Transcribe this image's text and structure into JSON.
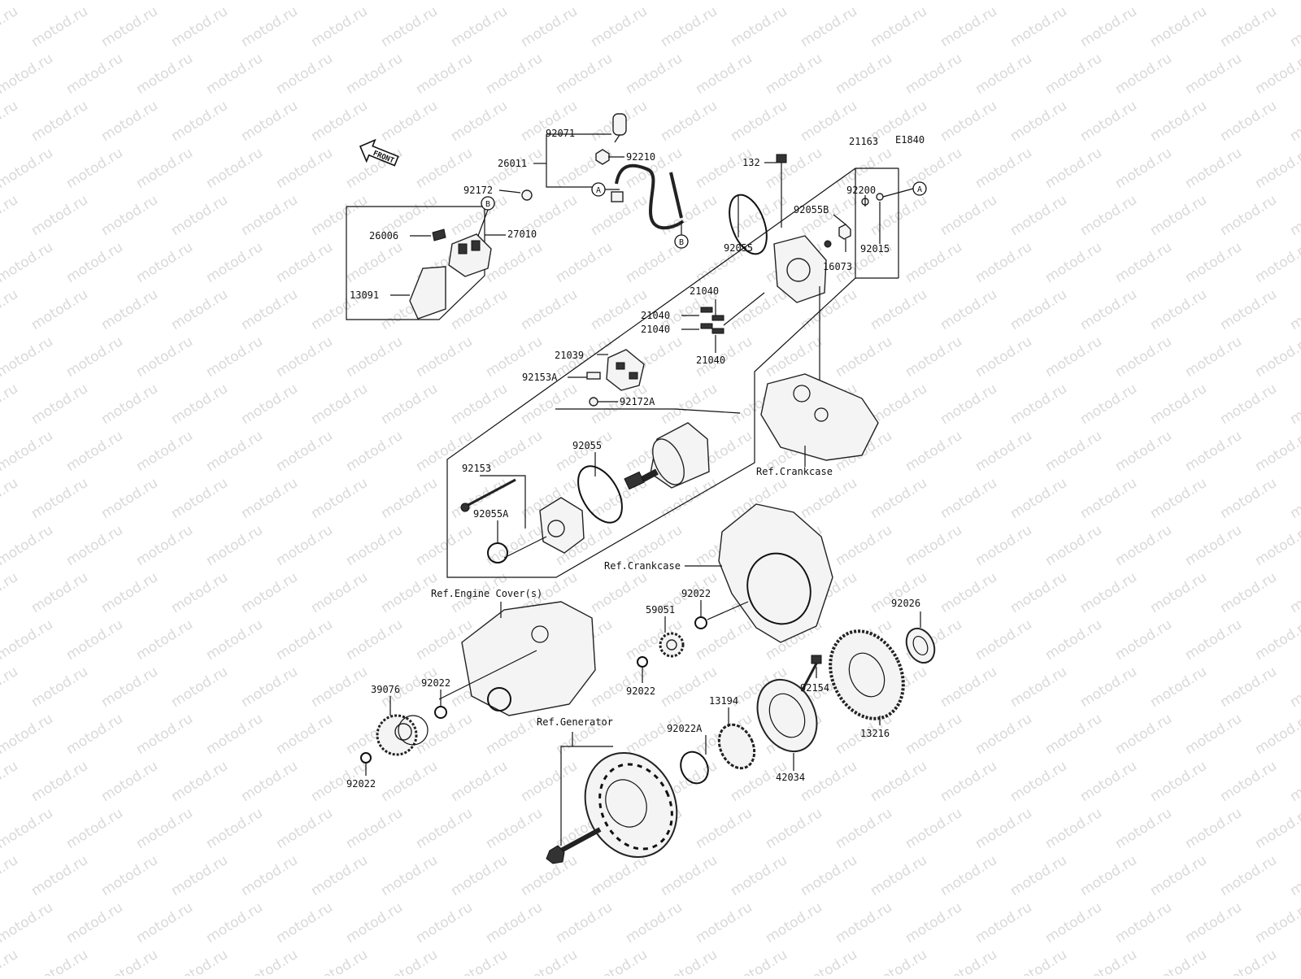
{
  "diagram_code": "E1840",
  "front_label": "FRONT",
  "watermark": "motod.ru",
  "callouts": {
    "A": "A",
    "B": "B"
  },
  "refs": {
    "crankcase_top": "Ref.Crankcase",
    "crankcase_mid": "Ref.Crankcase",
    "engine_cover": "Ref.Engine Cover(s)",
    "generator": "Ref.Generator"
  },
  "parts": {
    "p92071": "92071",
    "p92210": "92210",
    "p26011": "26011",
    "p92172": "92172",
    "p26006": "26006",
    "p27010": "27010",
    "p13091": "13091",
    "p132": "132",
    "p21163": "21163",
    "p92200": "92200",
    "p92055B": "92055B",
    "p92015": "92015",
    "p16073": "16073",
    "p92055_top": "92055",
    "p21040_a": "21040",
    "p21040_b": "21040",
    "p21040_c": "21040",
    "p21040_d": "21040",
    "p21039": "21039",
    "p92153A": "92153A",
    "p92172A": "92172A",
    "p92055_mid": "92055",
    "p92153": "92153",
    "p92055A": "92055A",
    "p92022_a": "92022",
    "p59051": "59051",
    "p92026": "92026",
    "p92022_b": "92022",
    "p92154": "92154",
    "p13194": "13194",
    "p13216": "13216",
    "p39076": "39076",
    "p92022_c": "92022",
    "p92022A": "92022A",
    "p42034": "42034",
    "p92022_d": "92022"
  }
}
